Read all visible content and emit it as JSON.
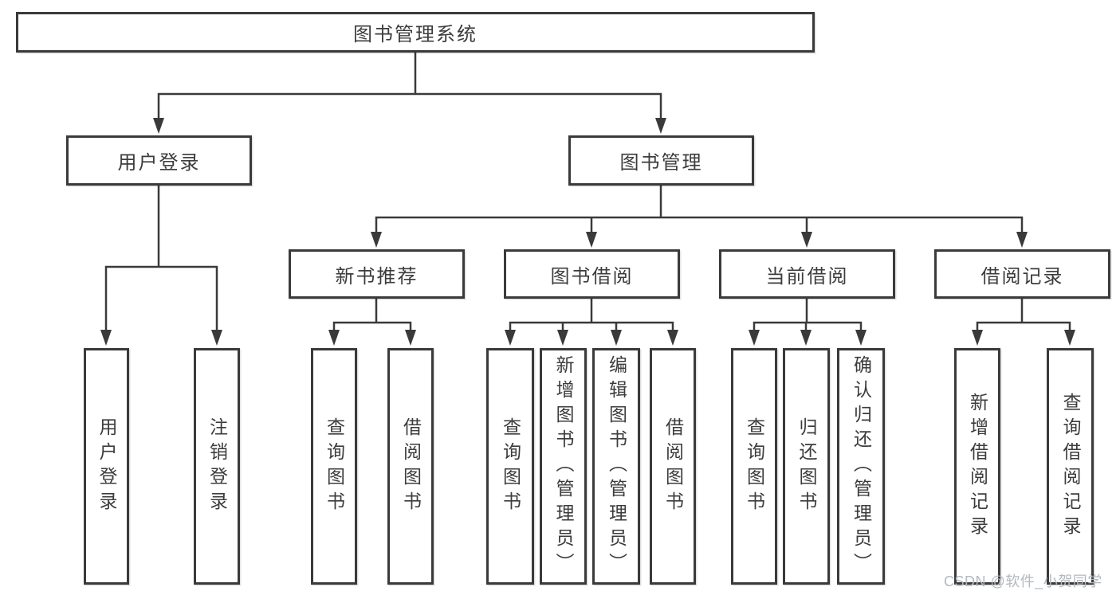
{
  "diagram_type": "hierarchy",
  "root": {
    "label": "图书管理系统"
  },
  "branches": [
    {
      "label": "用户登录",
      "children": [
        {
          "label": "用户登录"
        },
        {
          "label": "注销登录"
        }
      ]
    },
    {
      "label": "图书管理",
      "children": [
        {
          "label": "新书推荐",
          "children": [
            {
              "label": "查询图书"
            },
            {
              "label": "借阅图书"
            }
          ]
        },
        {
          "label": "图书借阅",
          "children": [
            {
              "label": "查询图书"
            },
            {
              "label": "新增图书（管理员）"
            },
            {
              "label": "编辑图书（管理员）"
            },
            {
              "label": "借阅图书"
            }
          ]
        },
        {
          "label": "当前借阅",
          "children": [
            {
              "label": "查询图书"
            },
            {
              "label": "归还图书"
            },
            {
              "label": "确认归还（管理员）"
            }
          ]
        },
        {
          "label": "借阅记录",
          "children": [
            {
              "label": "新增借阅记录"
            },
            {
              "label": "查询借阅记录"
            }
          ]
        }
      ]
    }
  ],
  "watermark": {
    "text": "CSDN @软件_小贺同学"
  },
  "colors": {
    "line": "#3a3a3a",
    "text": "#3c3c3c",
    "watermark": "#b3b8be"
  }
}
